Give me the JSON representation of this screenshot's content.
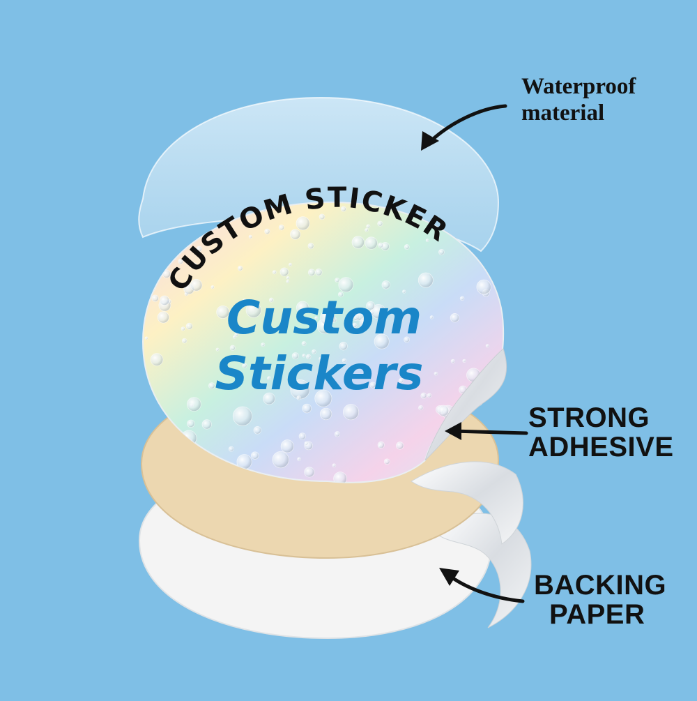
{
  "labels": {
    "waterproof": {
      "line1": "Waterproof",
      "line2": "material"
    },
    "adhesive": {
      "line1": "STRONG",
      "line2": "ADHESIVE"
    },
    "backing": {
      "line1": "BACKING",
      "line2": "PAPER"
    }
  },
  "sticker": {
    "curved_text": "CUSTOM STICKER",
    "main_line1": "Custom",
    "main_line2": "Stickers"
  },
  "colors": {
    "background": "#7fbfe6",
    "adhesive_layer": "#ecd7b0",
    "backing_layer": "#f4f4f4",
    "main_text": "#1a86c8",
    "curved_text": "#111111"
  }
}
